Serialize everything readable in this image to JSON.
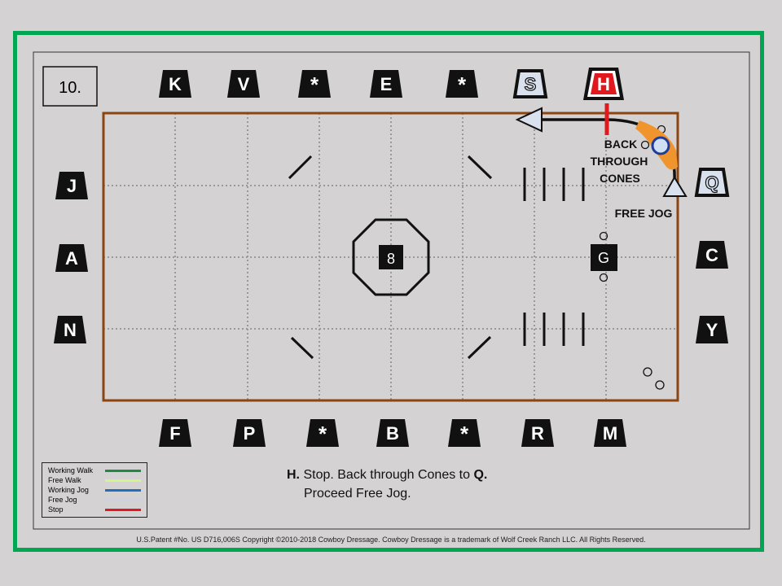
{
  "test_number": "10.",
  "markers": {
    "top": [
      "K",
      "V",
      "*",
      "E",
      "*",
      "S",
      "H"
    ],
    "left": [
      "J",
      "A",
      "N"
    ],
    "right": [
      "Q",
      "C",
      "Y"
    ],
    "bottom": [
      "F",
      "P",
      "*",
      "B",
      "*",
      "R",
      "M"
    ]
  },
  "center_marker": "8",
  "g_marker": "G",
  "annotations": {
    "back1": "BACK",
    "back2": "THROUGH",
    "back3": "CONES",
    "free_jog": "FREE JOG"
  },
  "legend": [
    {
      "label": "Working Walk",
      "color": "#1e8a44"
    },
    {
      "label": "Free Walk",
      "color": "#d4f58a"
    },
    {
      "label": "Working Jog",
      "color": "#1f6fc0"
    },
    {
      "label": "Free Jog",
      "color": "#c8d3e6"
    },
    {
      "label": "Stop",
      "color": "#e0191f"
    }
  ],
  "instructions": {
    "line1_bold": "H.",
    "line1": " Stop. Back through Cones to ",
    "line1_end": "Q.",
    "line2": "Proceed Free Jog."
  },
  "footer": "U.S.Patent #No. US D716,006S  Copyright ©2010-2018 Cowboy Dressage. Cowboy Dressage is a trademark of Wolf Creek Ranch LLC. All Rights Reserved.",
  "colors": {
    "frame": "#00a651",
    "arena": "#8b4513",
    "stop": "#e0191f",
    "path": "#111111"
  }
}
